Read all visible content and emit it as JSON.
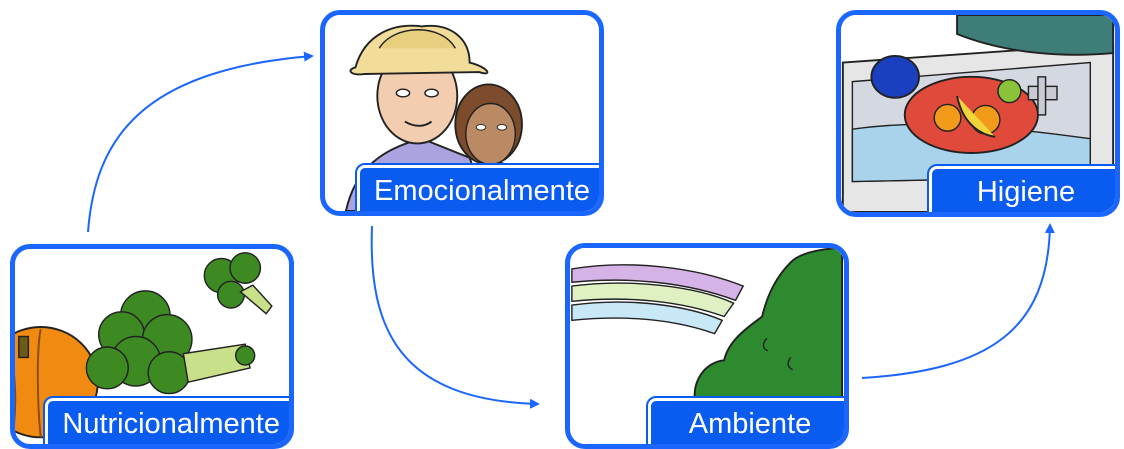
{
  "nodes": [
    {
      "id": "nutricionalmente",
      "label": "Nutricionalmente",
      "image": "vegetables-illustration"
    },
    {
      "id": "emocionalmente",
      "label": "Emocionalmente",
      "image": "two-people-illustration"
    },
    {
      "id": "ambiente",
      "label": "Ambiente",
      "image": "rainbow-tree-illustration"
    },
    {
      "id": "higiene",
      "label": "Higiene",
      "image": "washing-fruit-illustration"
    }
  ],
  "edges": [
    {
      "from": "nutricionalmente",
      "to": "emocionalmente"
    },
    {
      "from": "emocionalmente",
      "to": "ambiente"
    },
    {
      "from": "ambiente",
      "to": "higiene"
    }
  ],
  "colors": {
    "accent": "#1a66ff",
    "label_bg": "#0a5cf0",
    "label_text": "#ffffff"
  }
}
